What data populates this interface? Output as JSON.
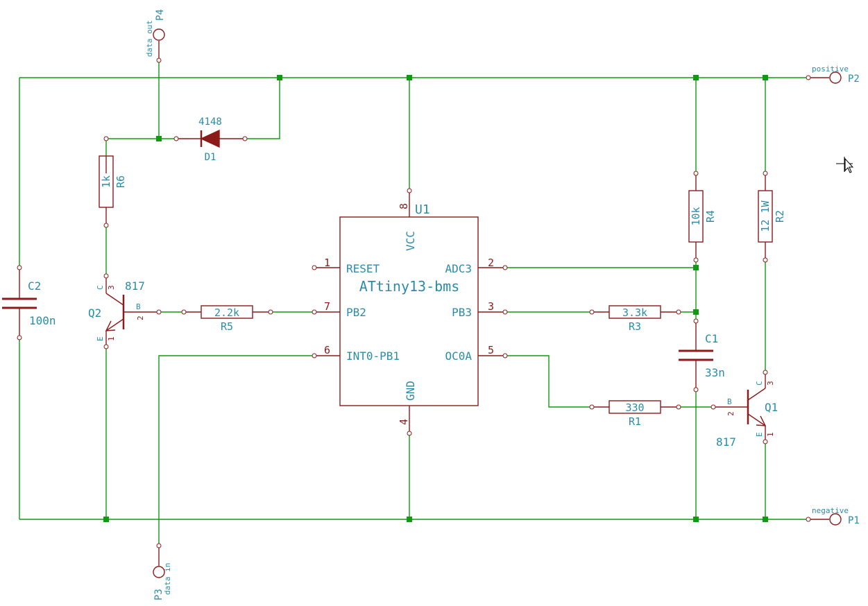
{
  "colors": {
    "wire": "#0f9a0f",
    "junction": "#0f9a0f",
    "part": "#8b1a1a",
    "text": "#2a8ca8",
    "pin_num": "#8b1a1a",
    "background": "#ffffff"
  },
  "u1": {
    "ref": "U1",
    "value": "ATtiny13-bms",
    "pins": {
      "vcc": "VCC",
      "gnd": "GND",
      "reset": "RESET",
      "adc3": "ADC3",
      "pb2": "PB2",
      "pb3": "PB3",
      "int0": "INT0-PB1",
      "oc0a": "OC0A"
    },
    "pin_numbers": {
      "p1": "1",
      "p2": "2",
      "p3": "3",
      "p4": "4",
      "p5": "5",
      "p6": "6",
      "p7": "7",
      "p8": "8"
    }
  },
  "resistors": {
    "r1": {
      "ref": "R1",
      "value": "330"
    },
    "r2": {
      "ref": "R2",
      "value": "12 1W"
    },
    "r3": {
      "ref": "R3",
      "value": "3.3k"
    },
    "r4": {
      "ref": "R4",
      "value": "10k"
    },
    "r5": {
      "ref": "R5",
      "value": "2.2k"
    },
    "r6": {
      "ref": "R6",
      "value": "1k"
    }
  },
  "capacitors": {
    "c1": {
      "ref": "C1",
      "value": "33n"
    },
    "c2": {
      "ref": "C2",
      "value": "100n"
    }
  },
  "diode": {
    "ref": "D1",
    "value": "4148"
  },
  "transistors": {
    "q1": {
      "ref": "Q1",
      "value": "817",
      "pins": {
        "b": "B",
        "c": "C",
        "e": "E",
        "n1": "1",
        "n2": "2",
        "n3": "3"
      }
    },
    "q2": {
      "ref": "Q2",
      "value": "817",
      "pins": {
        "b": "B",
        "c": "C",
        "e": "E",
        "n1": "1",
        "n2": "2",
        "n3": "3"
      }
    }
  },
  "ports": {
    "p1": {
      "ref": "P1",
      "label": "negative"
    },
    "p2": {
      "ref": "P2",
      "label": "positive"
    },
    "p3": {
      "ref": "P3",
      "label": "data in"
    },
    "p4": {
      "ref": "P4",
      "label": "data out"
    }
  }
}
